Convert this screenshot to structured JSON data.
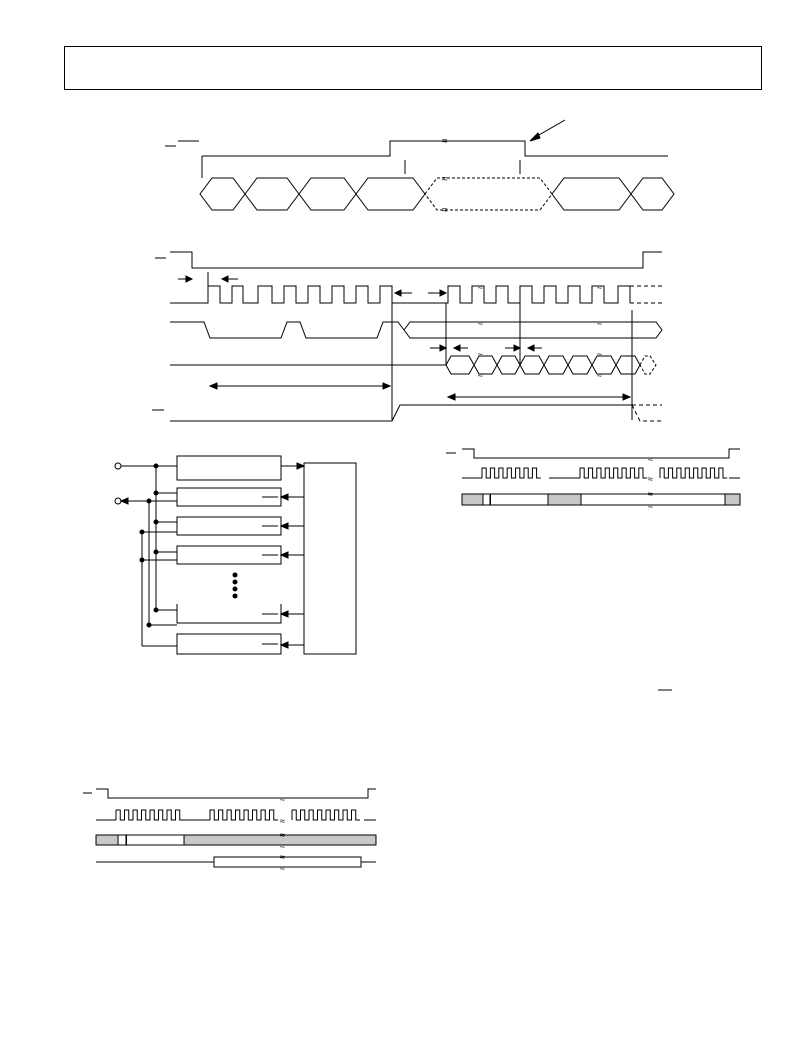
{
  "page": {
    "background": "#ffffff",
    "ink": "#000000",
    "shade": "#c8c8c8"
  },
  "figures": [
    {
      "id": "fig-bus-timing",
      "description_visible_text": ""
    },
    {
      "id": "fig-spi-read-timing",
      "description_visible_text": ""
    },
    {
      "id": "fig-daisy-chain-block",
      "description_visible_text": ""
    },
    {
      "id": "fig-small-timing-right",
      "description_visible_text": ""
    },
    {
      "id": "fig-small-timing-left",
      "description_visible_text": ""
    }
  ],
  "daisy_chain": {
    "device_count_visible": 6,
    "continuation_dots": 4
  }
}
